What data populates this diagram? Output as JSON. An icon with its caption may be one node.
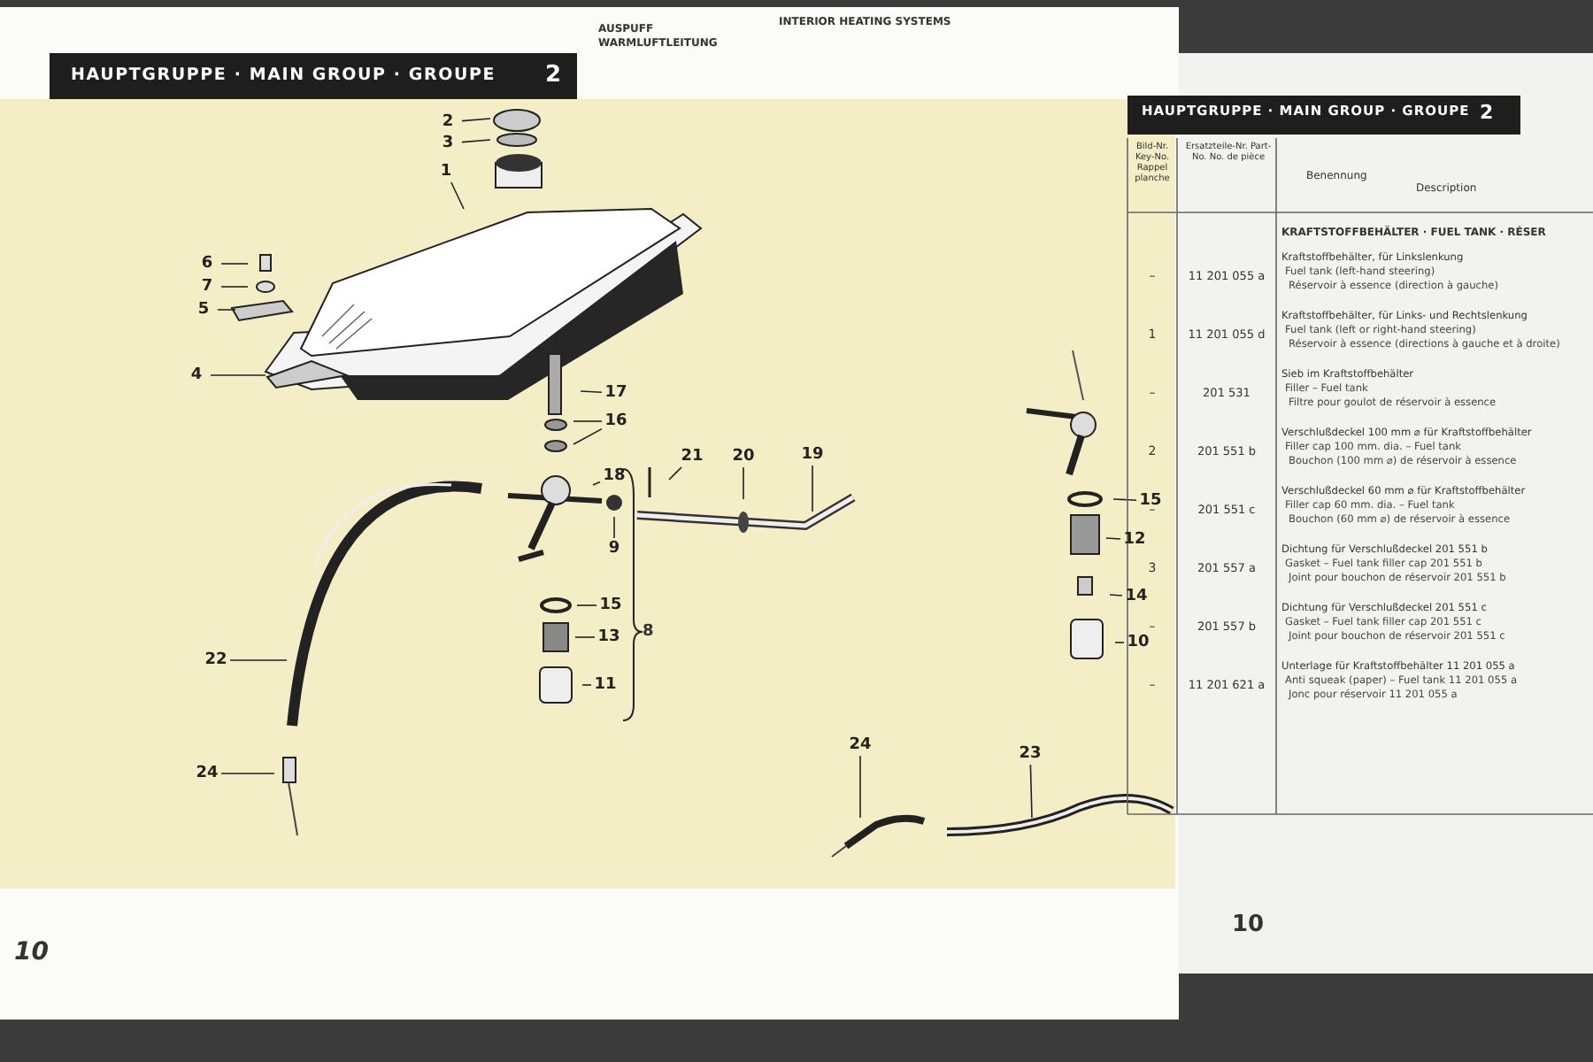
{
  "diagram": {
    "nodes": [
      {
        "text": [
          "2"
        ]
      },
      {
        "text": [
          "3"
        ]
      },
      {
        "text": [
          "1"
        ]
      },
      {
        "text": [
          "6"
        ]
      },
      {
        "text": [
          "7"
        ]
      },
      {
        "text": [
          "5"
        ]
      },
      {
        "text": [
          "4"
        ]
      },
      {
        "text": [
          "17"
        ]
      },
      {
        "text": [
          "16"
        ]
      },
      {
        "text": [
          "21"
        ]
      },
      {
        "text": [
          "20"
        ]
      },
      {
        "text": [
          "19"
        ]
      },
      {
        "text": [
          "18"
        ]
      },
      {
        "text": [
          "9"
        ]
      },
      {
        "text": [
          "15"
        ]
      },
      {
        "text": [
          "13"
        ]
      },
      {
        "text": [
          "11"
        ]
      },
      {
        "text": [
          "22"
        ]
      },
      {
        "text": [
          "24"
        ]
      },
      {
        "text": [
          "15"
        ]
      },
      {
        "text": [
          "12"
        ]
      },
      {
        "text": [
          "14"
        ]
      },
      {
        "text": [
          "10"
        ]
      },
      {
        "text": [
          "24"
        ]
      },
      {
        "text": [
          "23"
        ]
      }
    ],
    "edges": [
      {
        "from": 0,
        "to": null,
        "arrow": "none"
      },
      {
        "from": 1,
        "to": null,
        "arrow": "none"
      },
      {
        "from": 2,
        "to": null,
        "arrow": "none"
      },
      {
        "from": 3,
        "to": null,
        "arrow": "none"
      },
      {
        "from": 4,
        "to": null,
        "arrow": "none"
      },
      {
        "from": 5,
        "to": null,
        "arrow": "none"
      },
      {
        "from": 6,
        "to": null,
        "arrow": "none"
      },
      {
        "from": 7,
        "to": null,
        "arrow": "none"
      },
      {
        "from": 8,
        "to": null,
        "arrow": "none"
      },
      {
        "from": 8,
        "to": null,
        "arrow": "none"
      },
      {
        "from": 9,
        "to": null,
        "arrow": "none"
      },
      {
        "from": 10,
        "to": null,
        "arrow": "none"
      },
      {
        "from": 11,
        "to": null,
        "arrow": "none"
      },
      {
        "from": 12,
        "to": null,
        "arrow": "none"
      },
      {
        "from": 13,
        "to": null,
        "arrow": "none"
      },
      {
        "from": 14,
        "to": null,
        "arrow": "none"
      },
      {
        "from": 15,
        "to": null,
        "arrow": "none"
      },
      {
        "from": 16,
        "to": null,
        "arrow": "none"
      },
      {
        "from": 17,
        "to": null,
        "arrow": "none"
      },
      {
        "from": 18,
        "to": null,
        "arrow": "none"
      },
      {
        "from": 19,
        "to": null,
        "arrow": "none"
      },
      {
        "from": 20,
        "to": null,
        "arrow": "none"
      },
      {
        "from": 21,
        "to": null,
        "arrow": "none"
      },
      {
        "from": 22,
        "to": null,
        "arrow": "none"
      },
      {
        "from": 23,
        "to": null,
        "arrow": "none"
      },
      {
        "from": 24,
        "to": null,
        "arrow": "none"
      }
    ],
    "labels": [
      "HAUPTGRUPPE · MAIN GROUP · GROUPE",
      "2",
      "AUSPUFF",
      "WARMLUFTLEITUNG",
      "INTERIOR HEATING SYSTEMS",
      "8",
      "10",
      "HAUPTGRUPPE · MAIN GROUP · GROUPE",
      "2",
      "Bild-Nr. Key-No. Rappel planche",
      "Ersatzteile-Nr. Part-No. No. de pièce",
      "Benennung",
      "Description",
      "KRAFTSTOFFBEHÄLTER · FUEL TANK · RÉSER",
      "–",
      "11 201 055 a",
      "Kraftstoffbehälter, für Linkslenkung",
      "Fuel tank (left-hand steering)",
      "Réservoir à essence (direction à gauche)",
      "1",
      "11 201 055 d",
      "Kraftstoffbehälter, für Links- und Rechtslenkung",
      "Fuel tank (left or right-hand steering)",
      "Réservoir à essence (directions à gauche et à droite)",
      "–",
      "201 531",
      "Sieb im Kraftstoffbehälter",
      "Filler – Fuel tank",
      "Filtre pour goulot de réservoir à essence",
      "2",
      "201 551 b",
      "Verschlußdeckel 100 mm ⌀ für Kraftstoffbehälter",
      "Filler cap 100 mm. dia. – Fuel tank",
      "Bouchon (100 mm ⌀) de réservoir à essence",
      "–",
      "201 551 c",
      "Verschlußdeckel 60 mm ⌀ für Kraftstoffbehälter",
      "Filler cap 60 mm. dia. – Fuel tank",
      "Bouchon (60 mm ⌀) de réservoir à essence",
      "3",
      "201 557 a",
      "Dichtung für Verschlußdeckel 201 551 b",
      "Gasket – Fuel tank filler cap 201 551 b",
      "Joint pour bouchon de réservoir 201 551 b",
      "–",
      "201 557 b",
      "Dichtung für Verschlußdeckel 201 551 c",
      "Gasket – Fuel tank filler cap 201 551 c",
      "Joint pour bouchon de réservoir 201 551 c",
      "–",
      "11 201 621 a",
      "Unterlage für Kraftstoffbehälter 11 201 055 a",
      "Anti squeak (paper) – Fuel tank 11 201 055 a",
      "Jonc pour réservoir 11 201 055 a",
      "10"
    ]
  }
}
